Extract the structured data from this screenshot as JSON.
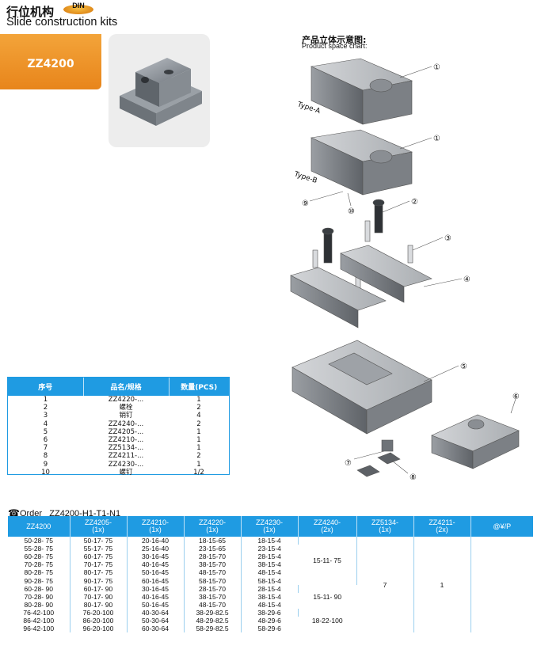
{
  "header": {
    "title_cn": "行位机构",
    "badge": "DIN",
    "title_en": "Slide construction kits"
  },
  "product": {
    "model": "ZZ4200",
    "photo_icon": "slide-kit-photo"
  },
  "space_chart": {
    "title_cn": "产品立体示意图:",
    "title_en": "Product space chart:",
    "labels": [
      "①",
      "①",
      "②",
      "③",
      "④",
      "⑤",
      "⑥",
      "⑦",
      "⑧",
      "⑨",
      "⑩"
    ],
    "type_a": "Type-A",
    "type_b": "Type-B"
  },
  "parts_table": {
    "headers": [
      "序号",
      "品名/规格",
      "数量(PCS)"
    ],
    "rows": [
      [
        "1",
        "ZZ4220-...",
        "1"
      ],
      [
        "2",
        "螺栓",
        "2"
      ],
      [
        "3",
        "销钉",
        "4"
      ],
      [
        "4",
        "ZZ4240-...",
        "2"
      ],
      [
        "5",
        "ZZ4205-...",
        "1"
      ],
      [
        "6",
        "ZZ4210-...",
        "1"
      ],
      [
        "7",
        "ZZ5134-...",
        "1"
      ],
      [
        "8",
        "ZZ4211-...",
        "2"
      ],
      [
        "9",
        "ZZ4230-...",
        "1"
      ],
      [
        "10",
        "螺钉",
        "1/2"
      ]
    ]
  },
  "order": {
    "label": "Order",
    "code": "ZZ4200-H1-T1-N1"
  },
  "order_table": {
    "headers": [
      "ZZ4200",
      "ZZ4205-\n(1x)",
      "ZZ4210-\n(1x)",
      "ZZ4220-\n(1x)",
      "ZZ4230-\n(1x)",
      "ZZ4240-\n(2x)",
      "ZZ5134-\n(1x)",
      "ZZ4211-\n(2x)",
      "@¥/P"
    ],
    "rows": [
      [
        "50-28- 75",
        "50-17- 75",
        "20-16-40",
        "18-15-65",
        "18-15-4"
      ],
      [
        "55-28- 75",
        "55-17- 75",
        "25-16-40",
        "23-15-65",
        "23-15-4"
      ],
      [
        "60-28- 75",
        "60-17- 75",
        "30-16-45",
        "28-15-70",
        "28-15-4"
      ],
      [
        "70-28- 75",
        "70-17- 75",
        "40-16-45",
        "38-15-70",
        "38-15-4"
      ],
      [
        "80-28- 75",
        "80-17- 75",
        "50-16-45",
        "48-15-70",
        "48-15-4"
      ],
      [
        "90-28- 75",
        "90-17- 75",
        "60-16-45",
        "58-15-70",
        "58-15-4"
      ],
      [
        "60-28- 90",
        "60-17- 90",
        "30-16-45",
        "28-15-70",
        "28-15-4"
      ],
      [
        "70-28- 90",
        "70-17- 90",
        "40-16-45",
        "38-15-70",
        "38-15-4"
      ],
      [
        "80-28- 90",
        "80-17- 90",
        "50-16-45",
        "48-15-70",
        "48-15-4"
      ],
      [
        "76-42-100",
        "76-20-100",
        "40-30-64",
        "38-29-82.5",
        "38-29-6"
      ],
      [
        "86-42-100",
        "86-20-100",
        "50-30-64",
        "48-29-82.5",
        "48-29-6"
      ],
      [
        "96-42-100",
        "96-20-100",
        "60-30-64",
        "58-29-82.5",
        "58-29-6"
      ]
    ],
    "zz4240_groups": [
      "15-11- 75",
      "15-11- 90",
      "18-22-100"
    ],
    "zz5134": "7",
    "zz4211": "1"
  }
}
